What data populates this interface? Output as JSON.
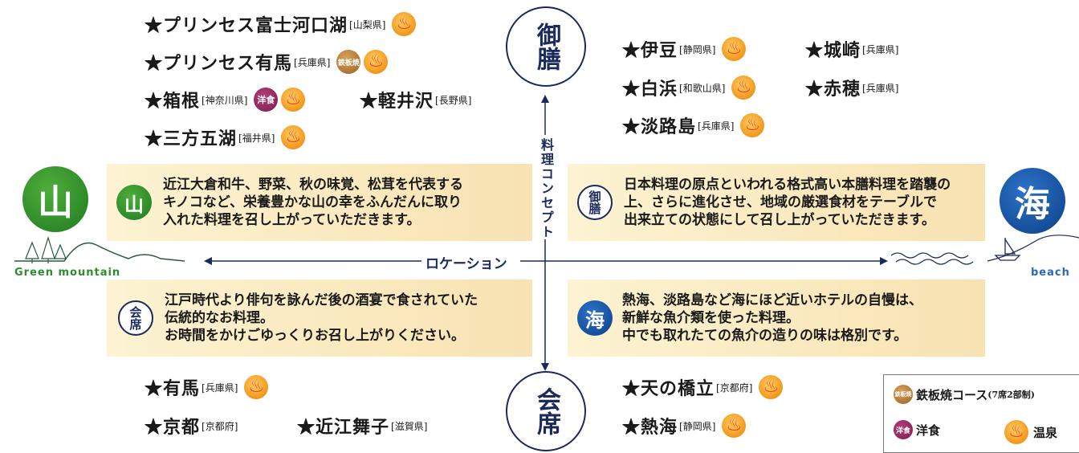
{
  "axes": {
    "vertical_label": "料理コンセプト",
    "horizontal_label": "ロケーション",
    "left_caption": "Green mountain",
    "right_caption": "beach",
    "mountain_symbol": "山",
    "sea_symbol": "海",
    "top_symbol": "御膳",
    "bottom_symbol": "会席"
  },
  "top_left": [
    {
      "name": "★プリンセス富士河口湖",
      "pref": "[山梨県]"
    },
    {
      "name": "★プリンセス有馬",
      "pref": "[兵庫県]",
      "badge": "鉄板焼"
    },
    {
      "name": "★箱根",
      "pref": "[神奈川県]",
      "badge": "洋食"
    },
    {
      "name": "★軽井沢",
      "pref": "[長野県]"
    },
    {
      "name": "★三方五湖",
      "pref": "[福井県]"
    }
  ],
  "top_right": [
    {
      "name": "★伊豆",
      "pref": "[静岡県]"
    },
    {
      "name": "★城崎",
      "pref": "[兵庫県]"
    },
    {
      "name": "★白浜",
      "pref": "[和歌山県]"
    },
    {
      "name": "★赤穂",
      "pref": "[兵庫県]"
    },
    {
      "name": "★淡路島",
      "pref": "[兵庫県]"
    }
  ],
  "bottom_left": [
    {
      "name": "★有馬",
      "pref": "[兵庫県]"
    },
    {
      "name": "★京都",
      "pref": "[京都府]"
    },
    {
      "name": "★近江舞子",
      "pref": "[滋賀県]"
    }
  ],
  "bottom_right": [
    {
      "name": "★天の橋立",
      "pref": "[京都府]"
    },
    {
      "name": "★熱海",
      "pref": "[静岡県]"
    }
  ],
  "boxes": {
    "mountain": {
      "icon": "山",
      "text": "近江大倉和牛、野菜、秋の味覚、松茸を代表する\nキノコなど、栄養豊かな山の幸をふんだんに取り\n入れた料理を召し上がっていただきます。"
    },
    "gozen": {
      "icon": "御膳",
      "text": "日本料理の原点といわれる格式高い本膳料理を踏襲の\n上、さらに進化させ、地域の厳選食材をテーブルで\n出来立ての状態にして召し上がっていただきます。"
    },
    "kaiseki": {
      "icon": "会席",
      "text": "江戸時代より俳句を詠んだ後の酒宴で食されていた\n伝統的なお料理。\nお時間をかけごゆっくりお召し上がりください。"
    },
    "sea": {
      "icon": "海",
      "text": "熱海、淡路島など海にほど近いホテルの自慢は、\n新鮮な魚介類を使った料理。\n中でも取れたての魚介の造りの味は格別です。"
    }
  },
  "legend": {
    "teppan_badge": "鉄板焼",
    "teppan_label": "鉄板焼コース",
    "teppan_note": "(7席2部制)",
    "yoshoku_badge": "洋食",
    "yoshoku_label": "洋食",
    "onsen_label": "温泉"
  },
  "colors": {
    "mountain": "#2e8b2e",
    "sea": "#0c4a96",
    "navy": "#1a2a5a",
    "onsen": "#f39a1e",
    "box": "#fbe9c0"
  }
}
